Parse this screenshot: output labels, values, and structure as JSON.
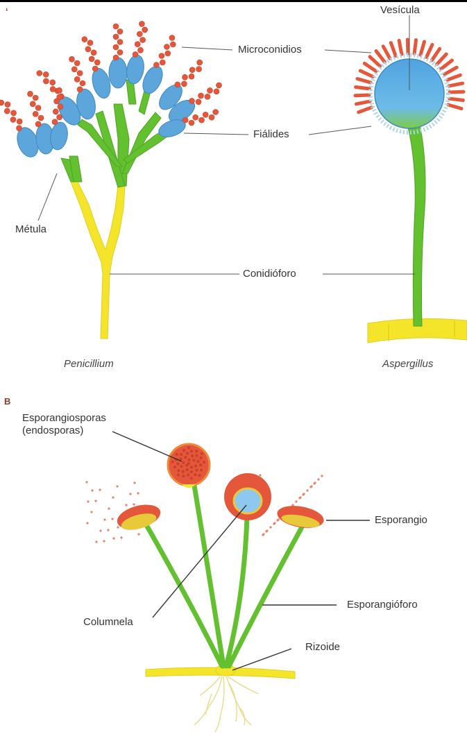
{
  "panel_a": {
    "letter": "ʻ",
    "labels": {
      "vesicula": "Vesícula",
      "microconidios": "Microconidios",
      "fialides": "Fiálides",
      "metula": "Métula",
      "conidioforo": "Conidióforo"
    },
    "species": {
      "penicillium": "Penicillium",
      "aspergillus": "Aspergillus"
    }
  },
  "panel_b": {
    "letter": "B",
    "labels": {
      "esporangiosporas_1": "Esporangiosporas",
      "esporangiosporas_2": "(endosporas)",
      "esporangio": "Esporangio",
      "esporangioforo": "Esporangióforo",
      "columnela": "Columnela",
      "rizoide": "Rizoide"
    }
  },
  "colors": {
    "spore": "#e5573a",
    "phialide_blue": "#5da6dc",
    "stalk_green": "#63c02f",
    "stalk_yellow": "#f5e52a",
    "line": "#555555"
  }
}
